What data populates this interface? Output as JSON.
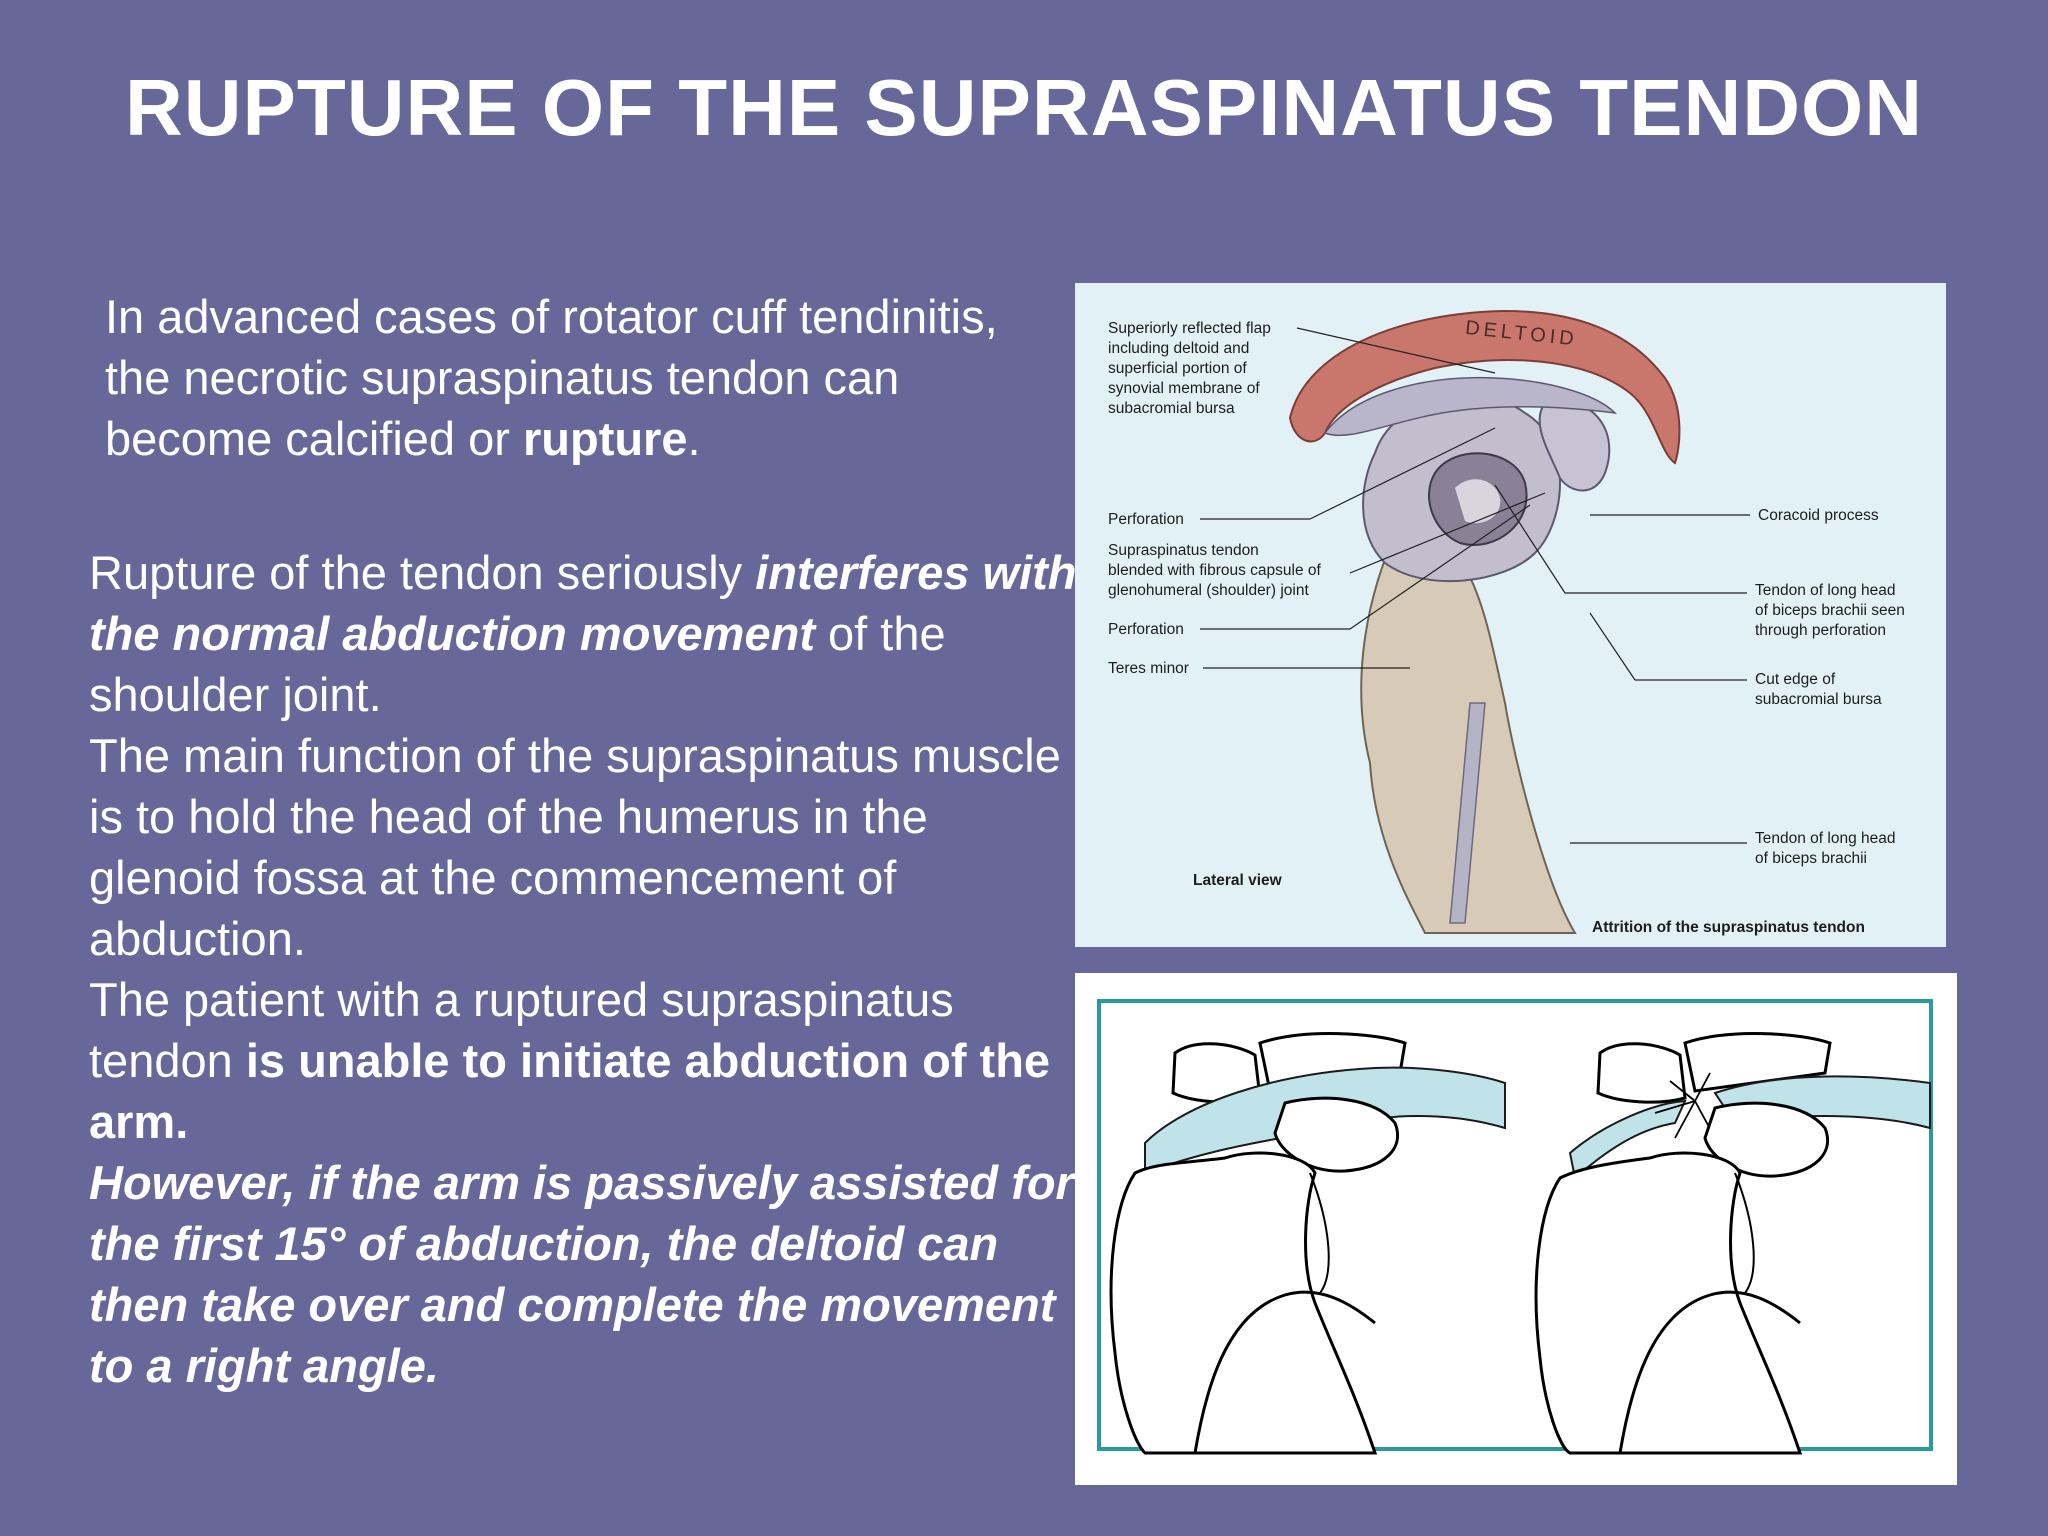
{
  "slide": {
    "title": "RUPTURE OF THE SUPRASPINATUS TENDON",
    "p1": {
      "text": "In advanced cases of rotator cuff tendinitis, the necrotic supraspinatus tendon can become calcified or ",
      "bold": "rupture",
      "end": "."
    },
    "p2": {
      "a": "Rupture of the tendon seriously ",
      "b_bi": "interferes with the normal abduction movement",
      "c": " of the shoulder joint.",
      "d": "The main function of the supraspinatus muscle is to hold the head of the humerus in the glenoid fossa at the commencement of abduction.",
      "e": "The patient with a ruptured supraspinatus tendon ",
      "f_b": "is unable to initiate abduction of the arm.",
      "g_bi": "However, if the arm is passively assisted for the first 15° of abduction, the deltoid can then take over and complete the movement to a right angle."
    }
  },
  "figure1": {
    "deltoid": "DELTOID",
    "l_flap": [
      "Superiorly reflected flap",
      "including deltoid and",
      "superficial portion of",
      "synovial membrane of",
      "subacromial bursa"
    ],
    "l_perf1": "Perforation",
    "l_supra": [
      "Supraspinatus tendon",
      "blended with fibrous capsule of",
      "glenohumeral (shoulder) joint"
    ],
    "l_perf2": "Perforation",
    "l_teres": "Teres minor",
    "l_lateral": "Lateral view",
    "l_coracoid": "Coracoid process",
    "l_biceps_seen": [
      "Tendon of long head",
      "of biceps brachii seen",
      "through perforation"
    ],
    "l_cut": [
      "Cut edge of",
      "subacromial bursa"
    ],
    "l_biceps": [
      "Tendon of long head",
      "of biceps brachii"
    ],
    "caption": "Attrition of the supraspinatus tendon"
  }
}
